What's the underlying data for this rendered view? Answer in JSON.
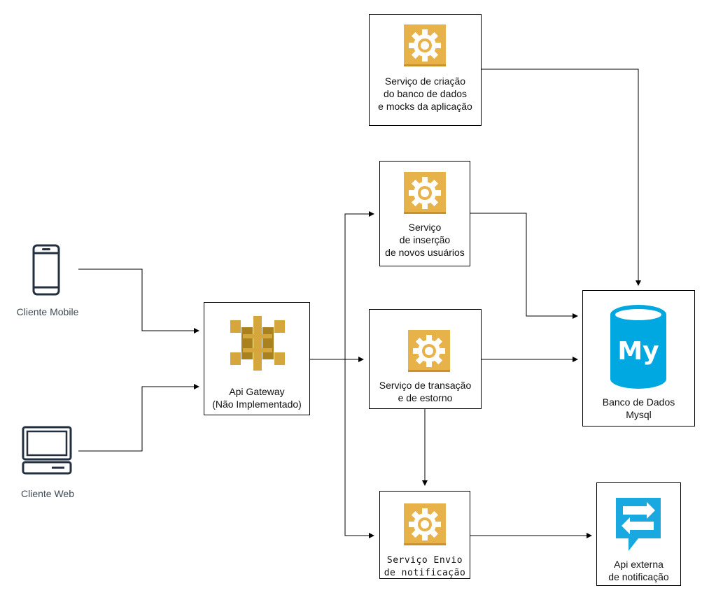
{
  "nodes": {
    "cliente_mobile": {
      "label": "Cliente Mobile",
      "icon": "mobile-phone-icon"
    },
    "cliente_web": {
      "label": "Cliente Web",
      "icon": "desktop-computer-icon"
    },
    "api_gateway": {
      "label": "Api Gateway\n(Não Implementado)",
      "icon": "api-gateway-icon"
    },
    "servico_criacao": {
      "label": "Serviço de criação\ndo banco de dados\ne mocks da aplicação",
      "icon": "gear-service-icon"
    },
    "servico_insercao": {
      "label": "Serviço\nde inserção\nde novos usuários",
      "icon": "gear-service-icon"
    },
    "servico_transacao": {
      "label": "Serviço de transação\ne de estorno",
      "icon": "gear-service-icon"
    },
    "servico_notificacao": {
      "label": "Serviço Envio\nde notificação",
      "icon": "gear-service-icon"
    },
    "banco_dados": {
      "label": "Banco de Dados\nMysql",
      "icon": "mysql-database-icon",
      "icon_text": "My"
    },
    "api_externa": {
      "label": "Api externa\nde notificação",
      "icon": "notification-api-icon"
    }
  },
  "colors": {
    "gear_bg": "#E7B24A",
    "gear_bg_dark": "#C9932A",
    "gateway": "#D4A63B",
    "gateway_dark": "#A9811F",
    "mysql": "#00A8E1",
    "device": "#232F3E"
  }
}
